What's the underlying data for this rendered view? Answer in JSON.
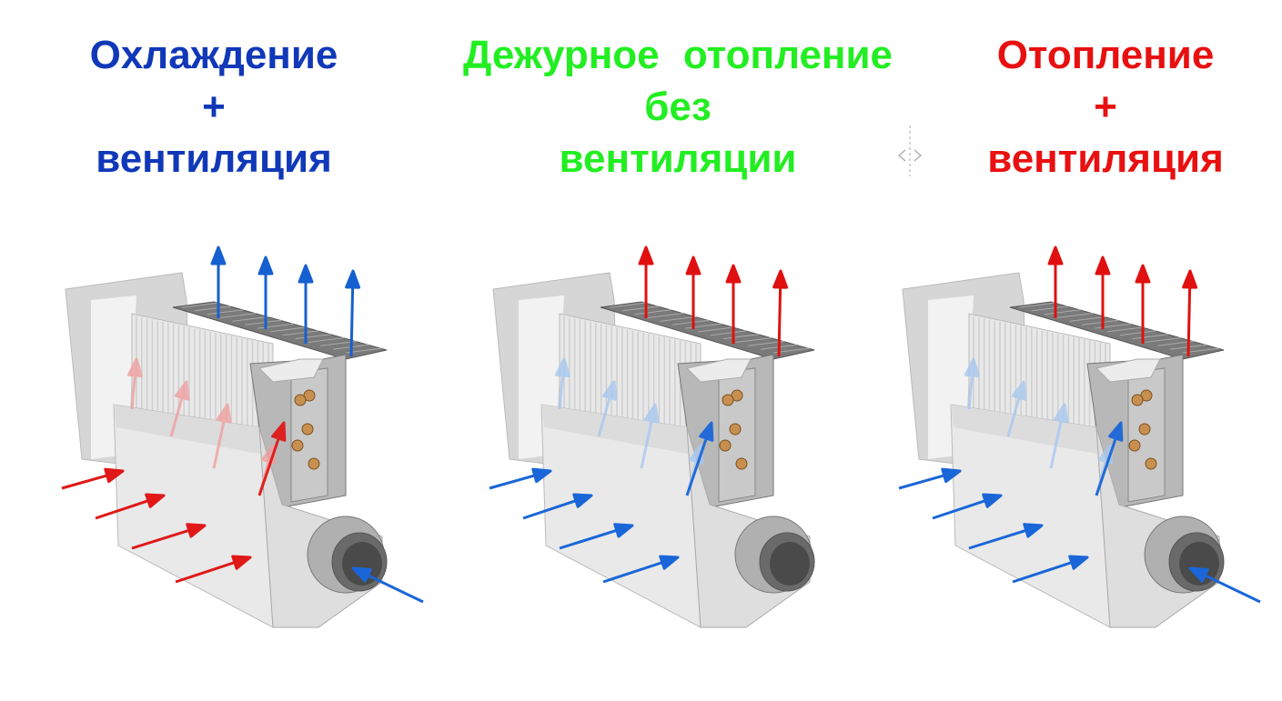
{
  "panels": [
    {
      "title_lines": [
        "Охлаждение",
        "+",
        "вентиляция"
      ],
      "title_color": "#1038b8",
      "outflow_color": "#1560d0",
      "inflow_color": "#e01818",
      "inner_color": "#f0a0a0",
      "pipe_arrow": true
    },
    {
      "title_lines": [
        "Дежурное отопление",
        "без",
        "вентиляции"
      ],
      "title_color": "#22ee22",
      "outflow_color": "#e01010",
      "inflow_color": "#1a66d8",
      "inner_color": "#a8c8f0",
      "pipe_arrow": false
    },
    {
      "title_lines": [
        "Отопление",
        "+",
        "вентиляция"
      ],
      "title_color": "#e81010",
      "outflow_color": "#e01010",
      "inflow_color": "#1a66d8",
      "inner_color": "#a8c8f0",
      "pipe_arrow": true
    }
  ],
  "icons": {
    "resize_handle": "split-resize-icon"
  }
}
